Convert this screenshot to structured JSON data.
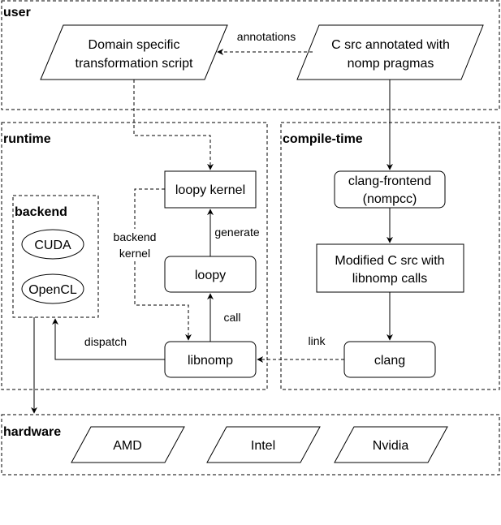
{
  "groups": {
    "user": "user",
    "runtime": "runtime",
    "compile_time": "compile-time",
    "backend": "backend",
    "hardware": "hardware"
  },
  "nodes": {
    "dsl_script": [
      "Domain specific",
      "transformation script"
    ],
    "c_src": [
      "C src annotated with",
      "nomp pragmas"
    ],
    "loopy_kernel": "loopy kernel",
    "loopy": "loopy",
    "libnomp": "libnomp",
    "cuda": "CUDA",
    "opencl": "OpenCL",
    "clang_frontend": [
      "clang-frontend",
      "(nompcc)"
    ],
    "modified_src": [
      "Modified C src with",
      "libnomp calls"
    ],
    "clang": "clang",
    "amd": "AMD",
    "intel": "Intel",
    "nvidia": "Nvidia"
  },
  "edges": {
    "annotations": "annotations",
    "backend_kernel": [
      "backend",
      "kernel"
    ],
    "generate": "generate",
    "call": "call",
    "dispatch": "dispatch",
    "link": "link"
  }
}
